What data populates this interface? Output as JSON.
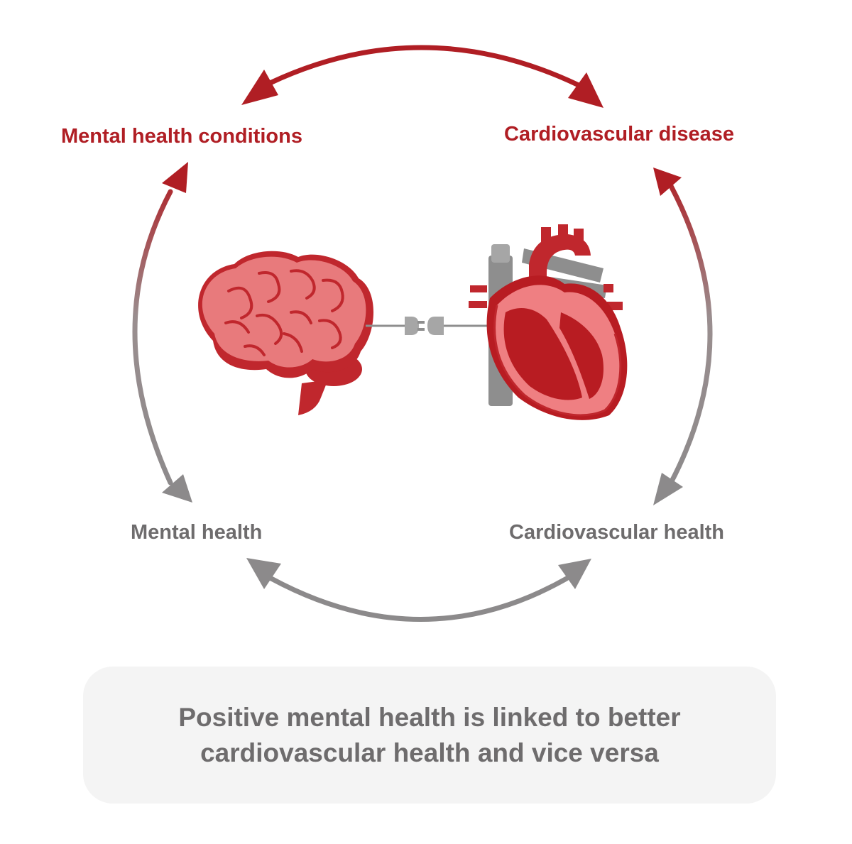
{
  "labels": {
    "mental_health_conditions": "Mental health conditions",
    "cardiovascular_disease": "Cardiovascular disease",
    "mental_health": "Mental health",
    "cardiovascular_health": "Cardiovascular health"
  },
  "caption": "Positive mental health is linked to better cardiovascular health and vice versa",
  "colors": {
    "accent_red": "#b01e24",
    "neutral_gray": "#8c8a8b",
    "label_gray": "#6e6c6d",
    "brain_pink": "#e87a7c",
    "brain_dark": "#c0272d",
    "heart_red": "#b81c22",
    "heart_pink": "#ef7f82",
    "vessel_gray": "#8e8e8e",
    "caption_background": "#f4f4f4"
  },
  "icons": [
    "brain-illustration",
    "heart-illustration",
    "plug-connector-icon"
  ]
}
